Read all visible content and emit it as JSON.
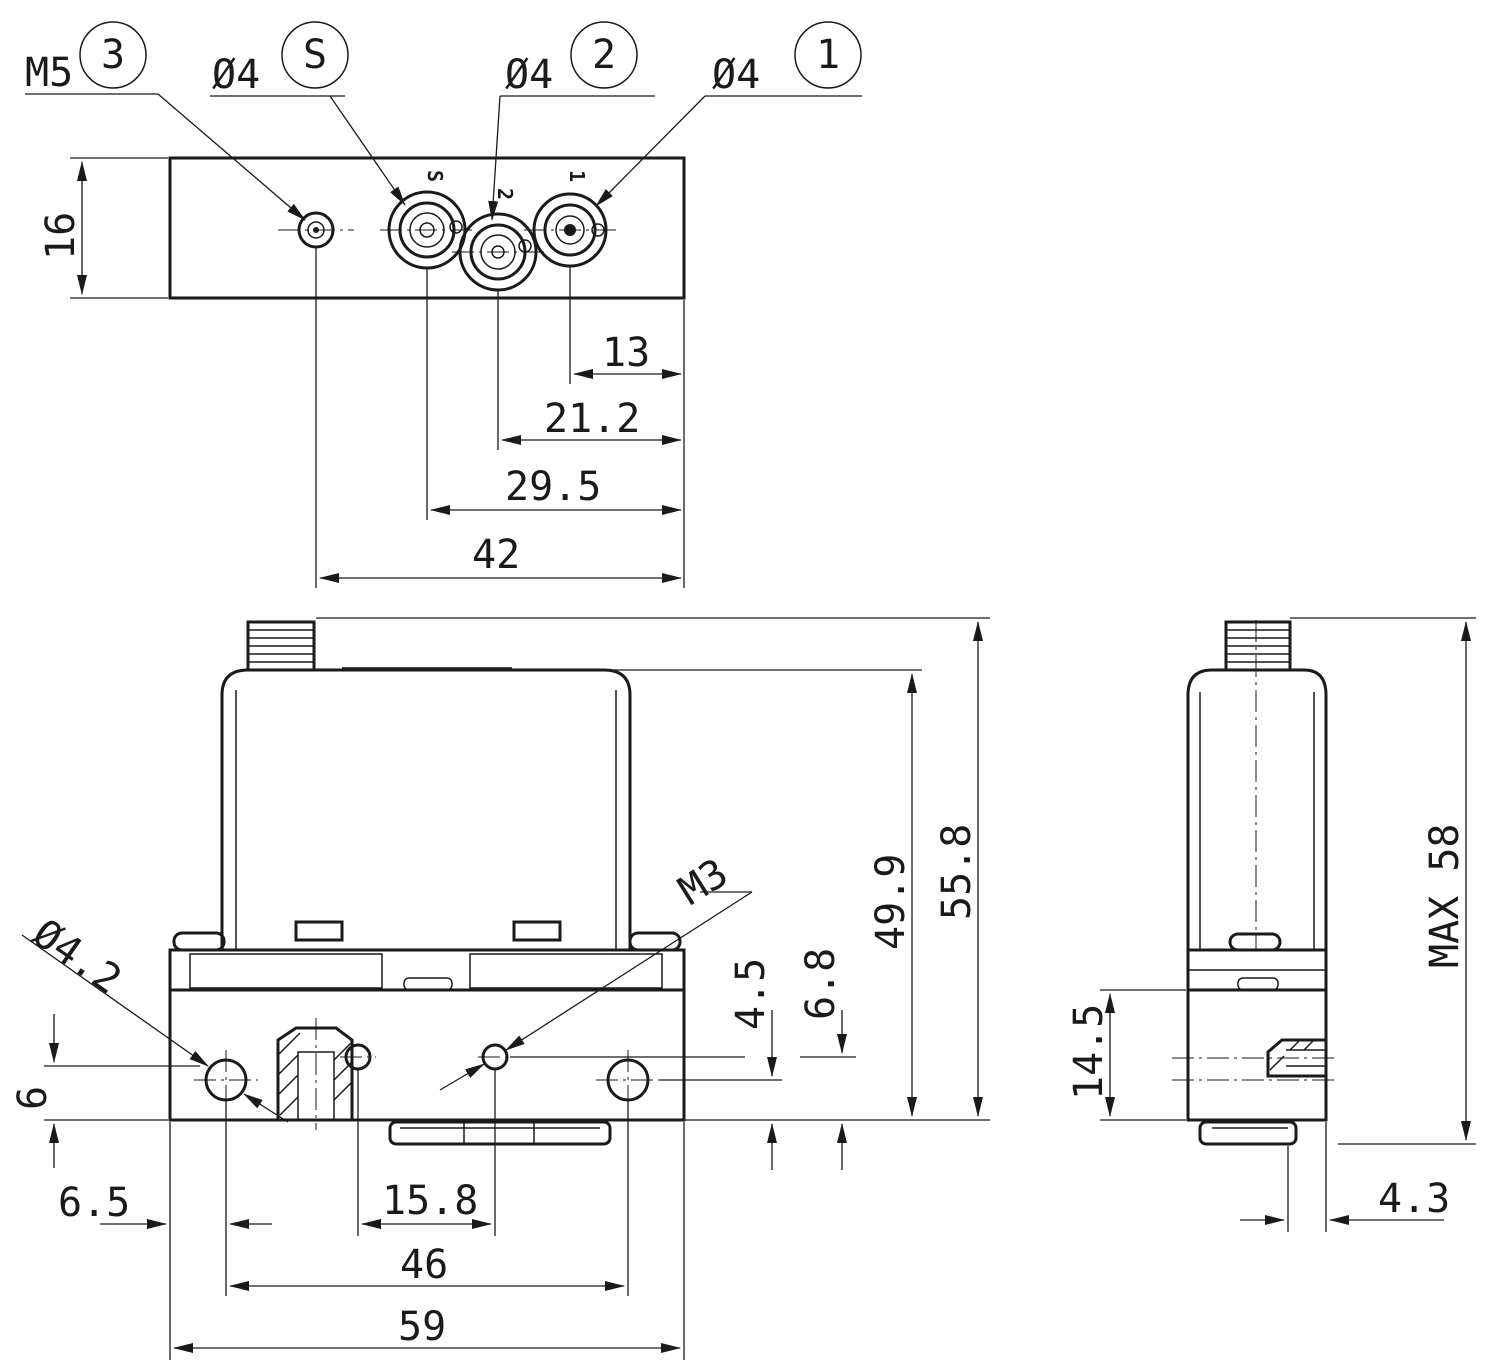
{
  "top_view": {
    "callouts": [
      {
        "label": "M5",
        "number": "3"
      },
      {
        "label": "Ø4",
        "number": "S"
      },
      {
        "label": "Ø4",
        "number": "2"
      },
      {
        "label": "Ø4",
        "number": "1"
      }
    ],
    "port_marks": {
      "s": "S",
      "two": "2",
      "one": "1"
    },
    "dims": {
      "height": "16",
      "d13": "13",
      "d212": "21.2",
      "d295": "29.5",
      "d42": "42"
    }
  },
  "front_view": {
    "dims": {
      "d558": "55.8",
      "d499": "49.9",
      "d45": "4.5",
      "d68": "6.8",
      "d6": "6",
      "d65": "6.5",
      "d158": "15.8",
      "d46": "46",
      "d59": "59"
    },
    "labels": {
      "m3": "M3",
      "hole": "Ø4.2"
    }
  },
  "side_view": {
    "dims": {
      "max58": "MAX 58",
      "d145": "14.5",
      "d43": "4.3"
    }
  }
}
